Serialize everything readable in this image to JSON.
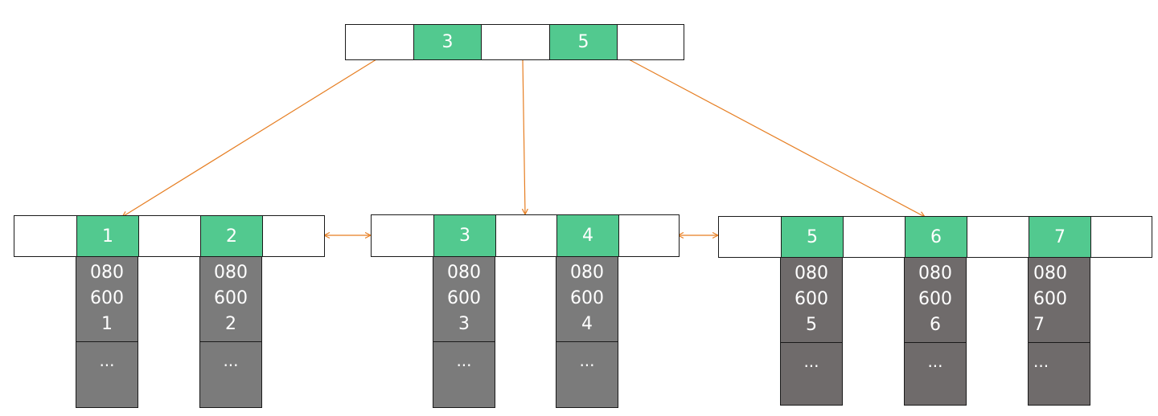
{
  "colors": {
    "key": "#52c98f",
    "data_gray": "#7b7b7b",
    "data_dark": "#6f6b6b",
    "arrow": "#e67e22",
    "border": "#1a1a1a"
  },
  "root": {
    "keys": [
      "3",
      "5"
    ]
  },
  "leaves": [
    {
      "name": "leaf-left",
      "records": [
        {
          "key": "1",
          "lines": [
            "080",
            "600",
            "1"
          ],
          "more": "..."
        },
        {
          "key": "2",
          "lines": [
            "080",
            "600",
            "2"
          ],
          "more": "..."
        }
      ]
    },
    {
      "name": "leaf-middle",
      "records": [
        {
          "key": "3",
          "lines": [
            "080",
            "600",
            "3"
          ],
          "more": "..."
        },
        {
          "key": "4",
          "lines": [
            "080",
            "600",
            "4"
          ],
          "more": "..."
        }
      ]
    },
    {
      "name": "leaf-right",
      "records": [
        {
          "key": "5",
          "lines": [
            "080",
            "600",
            "5"
          ],
          "more": "..."
        },
        {
          "key": "6",
          "lines": [
            "080",
            "600",
            "6"
          ],
          "more": "..."
        },
        {
          "key": "7",
          "lines": [
            "080",
            "600",
            "7"
          ],
          "more": "..."
        }
      ]
    }
  ]
}
